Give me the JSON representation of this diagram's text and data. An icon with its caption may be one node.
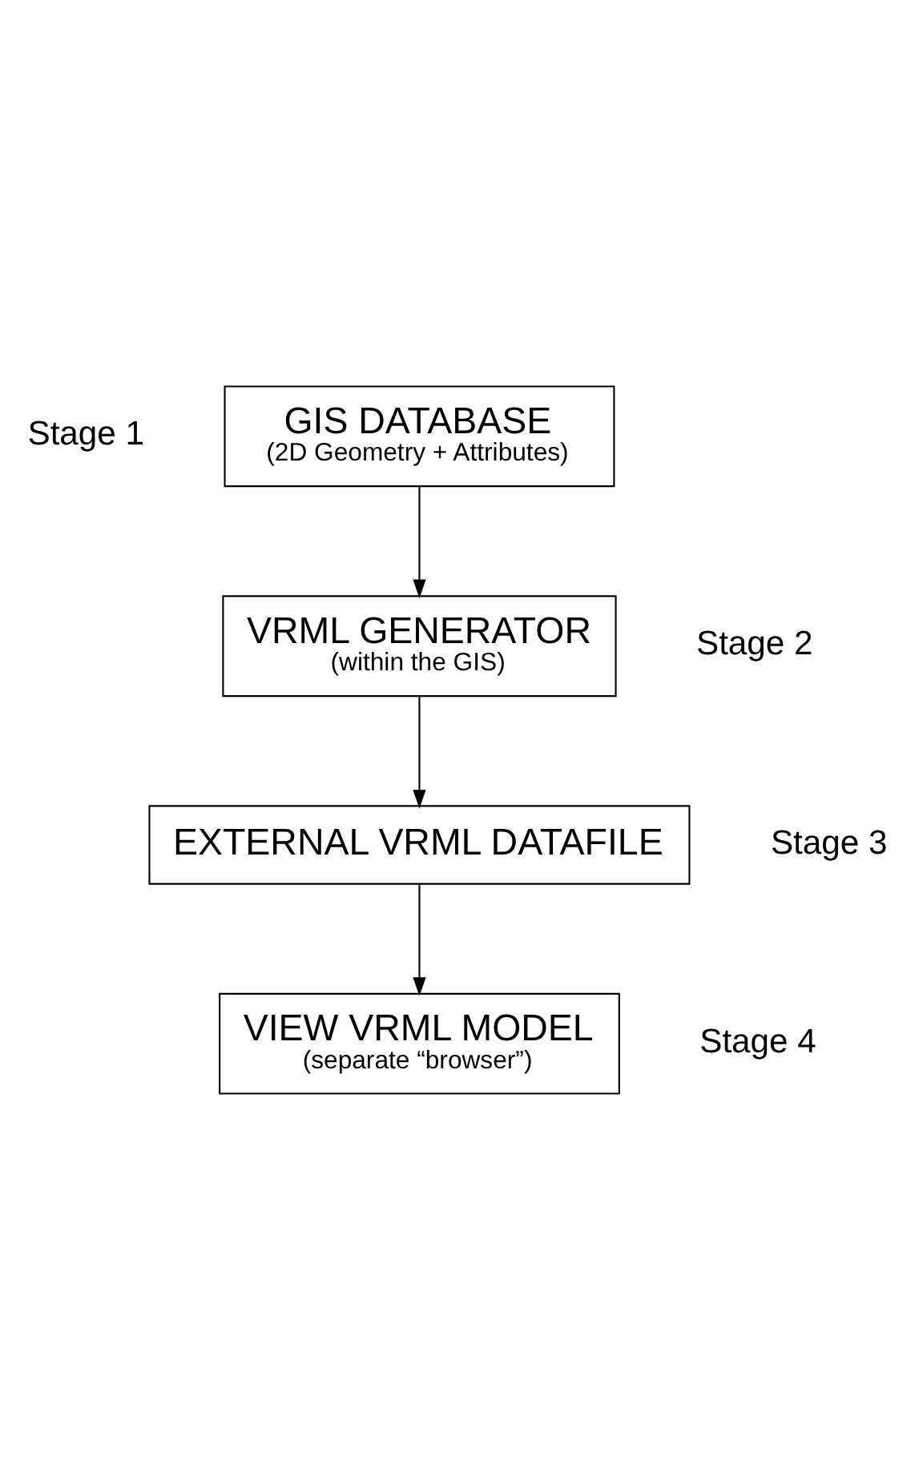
{
  "diagram": {
    "nodes": [
      {
        "text": [
          "GIS DATABASE",
          "(2D Geometry + Attributes)"
        ],
        "beside": [
          "Stage 1"
        ]
      },
      {
        "text": [
          "VRML GENERATOR",
          "(within the GIS)"
        ],
        "beside": [
          "Stage 2"
        ]
      },
      {
        "text": [
          "EXTERNAL VRML DATAFILE"
        ],
        "beside": [
          "Stage 3"
        ]
      },
      {
        "text": [
          "VIEW VRML MODEL",
          "(separate “browser”)"
        ],
        "beside": [
          "Stage 4"
        ]
      }
    ],
    "edges": [
      {
        "from": 0,
        "to": 1,
        "arrow": "to"
      },
      {
        "from": 1,
        "to": 2,
        "arrow": "to"
      },
      {
        "from": 2,
        "to": 3,
        "arrow": "to"
      }
    ]
  }
}
